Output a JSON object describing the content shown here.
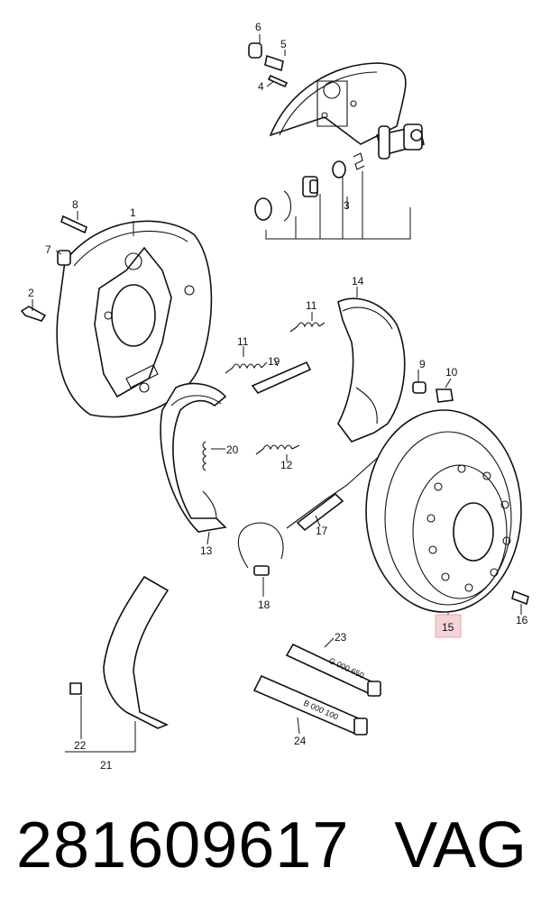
{
  "diagram": {
    "callouts": [
      "1",
      "2",
      "3",
      "4",
      "5",
      "6",
      "7",
      "8",
      "9",
      "10",
      "11",
      "11",
      "12",
      "13",
      "14",
      "15",
      "16",
      "17",
      "18",
      "19",
      "20",
      "21",
      "22",
      "23",
      "24"
    ],
    "highlighted_callout": "15",
    "highlight_color": "#f6d3d6",
    "tube_labels": {
      "grease_23": "G 000 650",
      "grease_24": "B 000 100"
    }
  },
  "footer": {
    "part_number": "281609617",
    "brand": "VAG"
  }
}
